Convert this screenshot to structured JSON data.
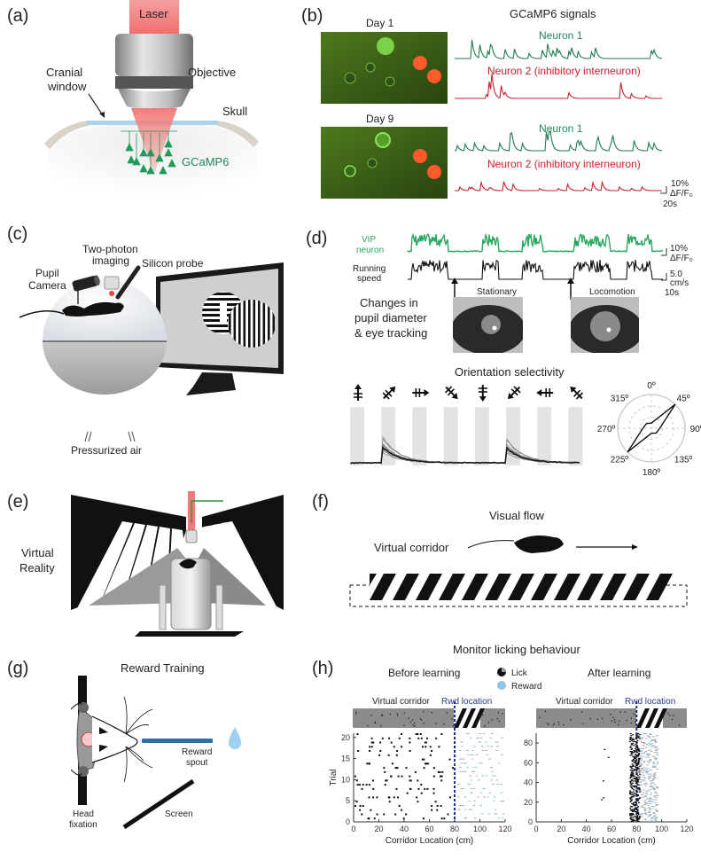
{
  "panels": {
    "a": {
      "label": "(a)",
      "laser": "Laser",
      "objective": "Objective",
      "cranial_window": [
        "Cranial",
        "window"
      ],
      "skull": "Skull",
      "indicator": "GCaMP6",
      "colors": {
        "laser": "#f07a7a",
        "indicator": "#1e9a5a",
        "window": "#a8d4ee"
      }
    },
    "b": {
      "label": "(b)",
      "title": "GCaMP6 signals",
      "days": [
        {
          "label": "Day 1",
          "neuron1": "Neuron 1",
          "neuron2": "Neuron 2 (inhibitory interneuron)"
        },
        {
          "label": "Day 9",
          "neuron1": "Neuron 1",
          "neuron2": "Neuron 2 (inhibitory interneuron)"
        }
      ],
      "scale_y": "10%",
      "scale_unit": "ΔF/F₀",
      "scale_x": "20s",
      "colors": {
        "neuron1": "#1e7a4e",
        "neuron2": "#c8202c"
      }
    },
    "c": {
      "label": "(c)",
      "two_photon": [
        "Two-photon",
        "imaging"
      ],
      "silicon_probe": "Silicon probe",
      "pupil_camera": [
        "Pupil",
        "Camera"
      ],
      "pressurized_air": "Pressurized air"
    },
    "d": {
      "label": "(d)",
      "vip": [
        "VIP",
        "neuron"
      ],
      "running": [
        "Running",
        "speed"
      ],
      "scale_vip": [
        "10%",
        "ΔF/F₀"
      ],
      "scale_speed": [
        "5.0",
        "cm/s"
      ],
      "scale_time": "10s",
      "pupil_text": [
        "Changes in",
        "pupil diameter",
        "& eye tracking"
      ],
      "stationary": "Stationary",
      "locomotion": "Locomotion",
      "orientation_title": "Orientation selectivity",
      "directions_deg": [
        0,
        45,
        90,
        135,
        180,
        225,
        270,
        315
      ],
      "polar_labels": [
        "0º",
        "45º",
        "90º",
        "135º",
        "180º",
        "225º",
        "270º",
        "315º"
      ],
      "polar_tuning": [
        0.15,
        1.0,
        0.25,
        0.2,
        0.15,
        1.0,
        0.25,
        0.2
      ],
      "colors": {
        "vip": "#2aa860"
      }
    },
    "e": {
      "label": "(e)",
      "vr": [
        "Virtual",
        "Reality"
      ]
    },
    "f": {
      "label": "(f)",
      "title": "Visual flow",
      "corridor": "Virtual corridor"
    },
    "g": {
      "label": "(g)",
      "title": "Reward Training",
      "reward_spout": [
        "Reward",
        "spout"
      ],
      "head_fixation": [
        "Head",
        "fixation"
      ],
      "screen": "Screen",
      "colors": {
        "spout": "#2f6fb0",
        "drop": "#9fd0f0"
      }
    },
    "h": {
      "label": "(h)",
      "title": "Monitor licking behaviour",
      "legend": {
        "lick": "Lick",
        "reward": "Reward"
      },
      "before": {
        "title": "Before learning",
        "corridor": "Virtual corridor",
        "rwd": "Rwd location",
        "ylabel": "Trial",
        "xlabel": "Corridor Location (cm)",
        "xticks": [
          0,
          20,
          40,
          60,
          80,
          100,
          120
        ],
        "yticks": [
          0,
          5,
          10,
          15,
          20
        ],
        "xlim": [
          0,
          120
        ],
        "ylim": [
          0,
          21
        ]
      },
      "after": {
        "title": "After learning",
        "corridor": "Virtual corridor",
        "rwd": "Rwd location",
        "xlabel": "Corridor Location (cm)",
        "xticks": [
          0,
          20,
          40,
          60,
          80,
          100,
          120
        ],
        "yticks": [
          0,
          20,
          40,
          60,
          80
        ],
        "xlim": [
          0,
          120
        ],
        "ylim": [
          0,
          90
        ]
      },
      "reward_location_cm": 80,
      "colors": {
        "rwd_line": "#1f2f8a",
        "reward": "#8fc6ea",
        "lick": "#111111"
      }
    }
  }
}
